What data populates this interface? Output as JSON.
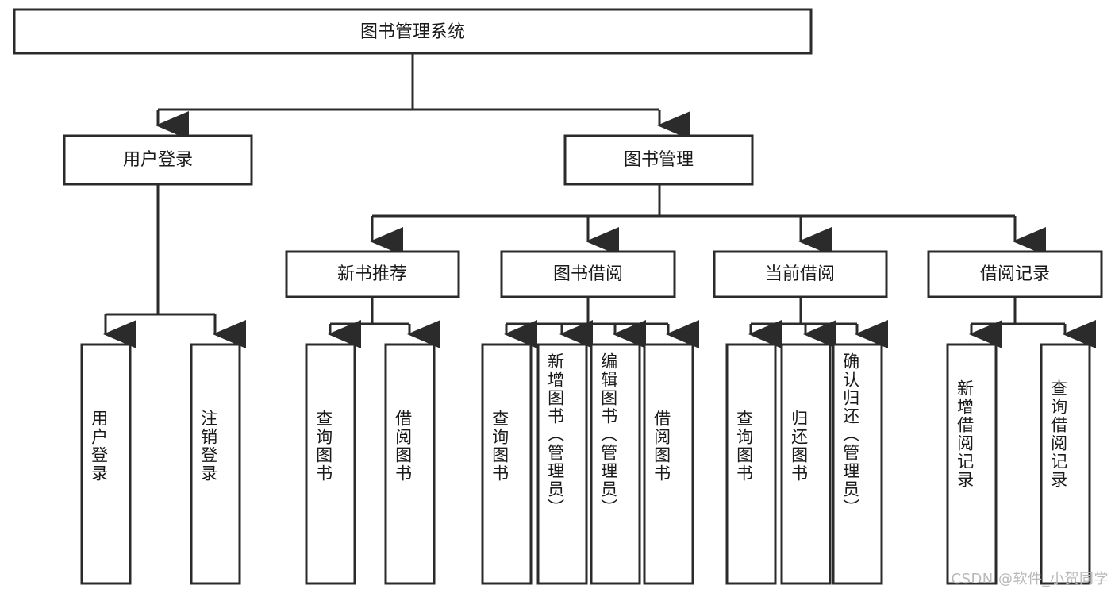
{
  "diagram": {
    "type": "tree-hierarchy",
    "title": "图书管理系统",
    "root": {
      "id": "root",
      "label": "图书管理系统",
      "orientation": "horizontal"
    },
    "level2": [
      {
        "id": "user-login",
        "label": "用户登录",
        "orientation": "horizontal"
      },
      {
        "id": "book-manage",
        "label": "图书管理",
        "orientation": "horizontal"
      }
    ],
    "level3": [
      {
        "id": "new-book-rec",
        "label": "新书推荐",
        "orientation": "horizontal",
        "parent": "book-manage"
      },
      {
        "id": "book-borrow",
        "label": "图书借阅",
        "orientation": "horizontal",
        "parent": "book-manage"
      },
      {
        "id": "current-borrow",
        "label": "当前借阅",
        "orientation": "horizontal",
        "parent": "book-manage"
      },
      {
        "id": "borrow-record",
        "label": "借阅记录",
        "orientation": "horizontal",
        "parent": "book-manage"
      }
    ],
    "leaves": [
      {
        "id": "leaf-user-login",
        "label": "用户登录",
        "parent": "user-login",
        "orientation": "vertical"
      },
      {
        "id": "leaf-user-logout",
        "label": "注销登录",
        "parent": "user-login",
        "orientation": "vertical"
      },
      {
        "id": "leaf-query-book-1",
        "label": "查询图书",
        "parent": "new-book-rec",
        "orientation": "vertical"
      },
      {
        "id": "leaf-borrow-book-1",
        "label": "借阅图书",
        "parent": "new-book-rec",
        "orientation": "vertical"
      },
      {
        "id": "leaf-query-book-2",
        "label": "查询图书",
        "parent": "book-borrow",
        "orientation": "vertical"
      },
      {
        "id": "leaf-add-book",
        "label": "新增图书（管理员）",
        "parent": "book-borrow",
        "orientation": "vertical"
      },
      {
        "id": "leaf-edit-book",
        "label": "编辑图书（管理员）",
        "parent": "book-borrow",
        "orientation": "vertical"
      },
      {
        "id": "leaf-borrow-book-2",
        "label": "借阅图书",
        "parent": "book-borrow",
        "orientation": "vertical"
      },
      {
        "id": "leaf-query-book-3",
        "label": "查询图书",
        "parent": "current-borrow",
        "orientation": "vertical"
      },
      {
        "id": "leaf-return-book",
        "label": "归还图书",
        "parent": "current-borrow",
        "orientation": "vertical"
      },
      {
        "id": "leaf-confirm-return",
        "label": "确认归还（管理员）",
        "parent": "current-borrow",
        "orientation": "vertical"
      },
      {
        "id": "leaf-add-record",
        "label": "新增借阅记录",
        "parent": "borrow-record",
        "orientation": "vertical"
      },
      {
        "id": "leaf-query-record",
        "label": "查询借阅记录",
        "parent": "borrow-record",
        "orientation": "vertical"
      }
    ],
    "colors": {
      "box_fill": "#ffffff",
      "box_stroke": "#2b2b2b",
      "connector": "#2b2b2b",
      "text": "#1a1a1a",
      "background": "#ffffff",
      "watermark": "#b9b9b9"
    }
  },
  "watermark": {
    "text": "CSDN @软件_小贺同学"
  }
}
